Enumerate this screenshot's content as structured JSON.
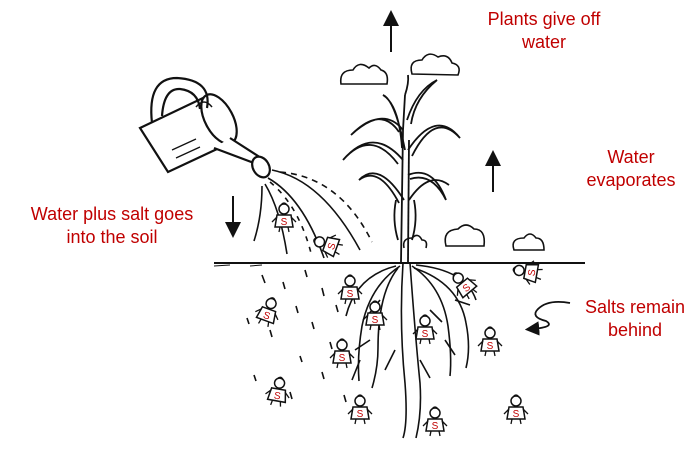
{
  "labels": {
    "plants_give_off": {
      "line1": "Plants give off",
      "line2": "water"
    },
    "water_evaporates": {
      "line1": "Water",
      "line2": "evaporates"
    },
    "water_salt_soil": {
      "line1": "Water plus salt goes",
      "line2": "into the soil"
    },
    "salts_remain": {
      "line1": "Salts remain",
      "line2": "behind"
    }
  },
  "salt_particle_letter": "S",
  "colors": {
    "label_text": "#c00000",
    "line_art": "#111111",
    "background": "#ffffff"
  },
  "icons": [
    "watering-can-icon",
    "plant-icon",
    "cloud-icon",
    "up-arrow-icon",
    "down-arrow-icon",
    "curved-arrow-icon",
    "salt-particle-icon"
  ]
}
